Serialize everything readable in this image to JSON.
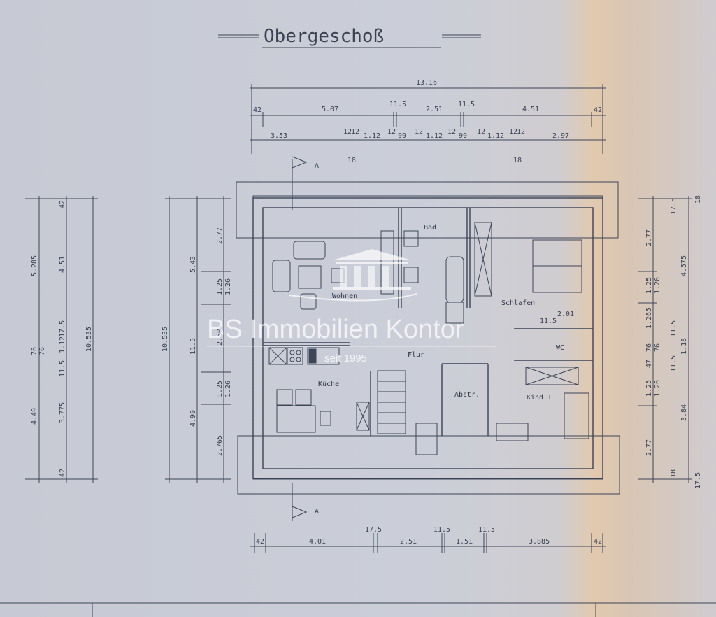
{
  "title": "Obergeschoß",
  "watermark": {
    "name": "BS Immobilien Kontor",
    "since": "seit 1995"
  },
  "section_marker": "A",
  "rooms": {
    "wohnen": "Wohnen",
    "bad": "Bad",
    "schlafen": "Schlafen",
    "wc": "WC",
    "flur": "Flur",
    "kueche": "Küche",
    "abstr": "Abstr.",
    "kind": "Kind I"
  },
  "inner_dims": {
    "schlafen_a": "2.01",
    "schlafen_b": "11.5"
  },
  "top_dims": {
    "row1": [
      "13.16"
    ],
    "row2": [
      "42",
      "5.07",
      "11.5",
      "2.51",
      "11.5",
      "4.51",
      "42"
    ],
    "row3": [
      "3.53",
      "12",
      "12",
      "1.12",
      "12",
      "99",
      "12",
      "1.12",
      "12",
      "99",
      "12",
      "1.12",
      "12",
      "12",
      "2.97",
      "18",
      "18"
    ]
  },
  "bottom_dims": [
    "42",
    "4.01",
    "17.5",
    "2.51",
    "11.5",
    "1.51",
    "11.5",
    "3.885",
    "42"
  ],
  "left_dims": {
    "col1": [
      "5.285",
      "76",
      "4.49"
    ],
    "col2": [
      "42",
      "4.51",
      "17.5",
      "1.12",
      "76",
      "11.5",
      "3.775",
      "42"
    ],
    "col3": [
      "10.535"
    ],
    "col4": [
      "10.535"
    ],
    "col5": [
      "5.43",
      "11.5",
      "4.99"
    ],
    "col6": [
      "2.77",
      "1.25",
      "1.26",
      "2.50",
      "1.25",
      "1.26",
      "2.765"
    ]
  },
  "right_dims": {
    "col1": [
      "2.77",
      "1.25",
      "1.26",
      "1.265",
      "76",
      "76",
      "47",
      "1.25",
      "1.26",
      "2.77"
    ],
    "col2": [
      "17.5",
      "18",
      "4.575",
      "11.5",
      "1.18",
      "11.5",
      "3.84",
      "18",
      "17.5"
    ]
  }
}
